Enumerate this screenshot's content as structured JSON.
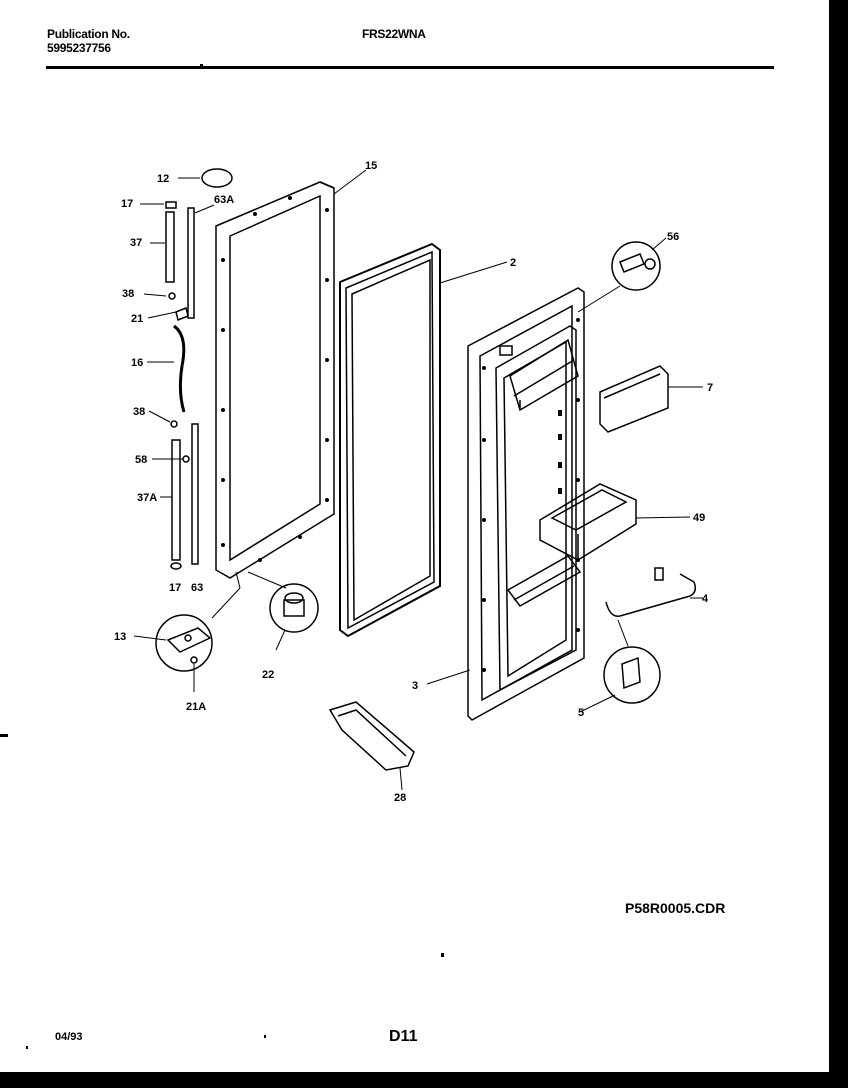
{
  "header": {
    "publication_label": "Publication No.",
    "publication_number": "5995237756",
    "model": "FRS22WNA"
  },
  "callouts": {
    "c12": "12",
    "c17a": "17",
    "c63A": "63A",
    "c37": "37",
    "c38a": "38",
    "c21": "21",
    "c16": "16",
    "c38b": "38",
    "c58": "58",
    "c37A": "37A",
    "c17b": "17",
    "c63": "63",
    "c15": "15",
    "c2": "2",
    "c13": "13",
    "c22": "22",
    "c21A": "21A",
    "c56": "56",
    "c7": "7",
    "c49": "49",
    "c4": "4",
    "c3": "3",
    "c5": "5",
    "c28": "28"
  },
  "footer": {
    "file_name": "P58R0005.CDR",
    "date": "04/93",
    "page": "D11"
  }
}
